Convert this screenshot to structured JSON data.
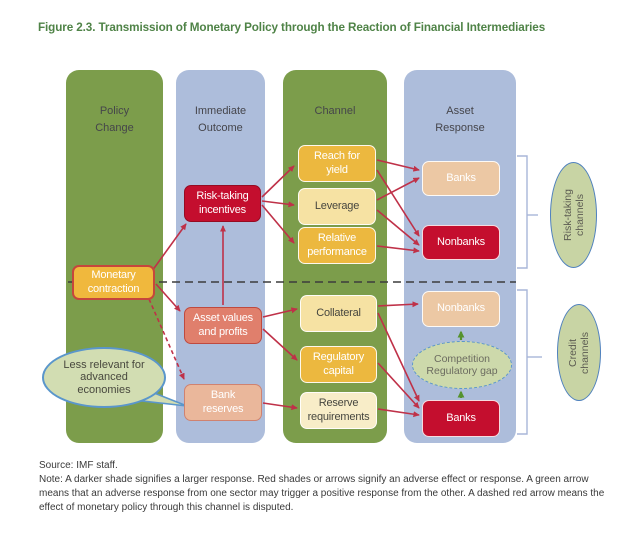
{
  "title": "Figure 2.3. Transmission of Monetary Policy through the Reaction of Financial Intermediaries",
  "columns": [
    {
      "header": "Policy Change"
    },
    {
      "header": "Immediate Outcome"
    },
    {
      "header": "Channel"
    },
    {
      "header": "Asset Response"
    }
  ],
  "nodes": {
    "monetary_contraction": "Monetary contraction",
    "risk_taking_incentives": "Risk-taking incentives",
    "asset_values_profits": "Asset values and profits",
    "bank_reserves": "Bank reserves",
    "reach_for_yield": "Reach for yield",
    "leverage": "Leverage",
    "relative_performance": "Relative performance",
    "collateral": "Collateral",
    "regulatory_capital": "Regulatory capital",
    "reserve_requirements": "Reserve requirements",
    "banks_risk": "Banks",
    "nonbanks_risk": "Nonbanks",
    "nonbanks_credit": "Nonbanks",
    "banks_credit": "Banks",
    "competition_gap": "Competition Regulatory gap"
  },
  "callout": "Less relevant for advanced economies",
  "side_labels": {
    "risk": "Risk-taking channels",
    "credit": "Credit channels"
  },
  "edges": [
    {
      "from": "Monetary contraction",
      "to": "Risk-taking incentives",
      "style": "solid-red"
    },
    {
      "from": "Monetary contraction",
      "to": "Asset values and profits",
      "style": "solid-red"
    },
    {
      "from": "Monetary contraction",
      "to": "Bank reserves",
      "style": "dashed-red"
    },
    {
      "from": "Asset values and profits",
      "to": "Risk-taking incentives",
      "style": "solid-red"
    },
    {
      "from": "Risk-taking incentives",
      "to": "Reach for yield",
      "style": "solid-red"
    },
    {
      "from": "Risk-taking incentives",
      "to": "Leverage",
      "style": "solid-red"
    },
    {
      "from": "Risk-taking incentives",
      "to": "Relative performance",
      "style": "solid-red"
    },
    {
      "from": "Reach for yield",
      "to": "Banks (risk-taking)",
      "style": "solid-red"
    },
    {
      "from": "Reach for yield",
      "to": "Nonbanks (risk-taking)",
      "style": "solid-red"
    },
    {
      "from": "Leverage",
      "to": "Banks (risk-taking)",
      "style": "solid-red"
    },
    {
      "from": "Leverage",
      "to": "Nonbanks (risk-taking)",
      "style": "solid-red"
    },
    {
      "from": "Relative performance",
      "to": "Nonbanks (risk-taking)",
      "style": "solid-red"
    },
    {
      "from": "Asset values and profits",
      "to": "Collateral",
      "style": "solid-red"
    },
    {
      "from": "Asset values and profits",
      "to": "Regulatory capital",
      "style": "solid-red"
    },
    {
      "from": "Bank reserves",
      "to": "Reserve requirements",
      "style": "solid-red"
    },
    {
      "from": "Collateral",
      "to": "Nonbanks (credit)",
      "style": "solid-red"
    },
    {
      "from": "Collateral",
      "to": "Banks (credit)",
      "style": "solid-red"
    },
    {
      "from": "Regulatory capital",
      "to": "Banks (credit)",
      "style": "solid-red"
    },
    {
      "from": "Reserve requirements",
      "to": "Banks (credit)",
      "style": "solid-red"
    },
    {
      "from": "Banks (credit)",
      "to": "Competition Regulatory gap",
      "style": "solid-green"
    },
    {
      "from": "Competition Regulatory gap",
      "to": "Nonbanks (credit)",
      "style": "solid-green"
    }
  ],
  "footer": {
    "source": "Source: IMF staff.",
    "note": "Note: A darker shade signifies a larger response. Red shades or arrows signify an adverse effect or response. A green arrow means that an adverse response from one sector may trigger a positive response from the other. A dashed red arrow means the effect of monetary policy through this channel is disputed."
  },
  "colors": {
    "title_green": "#4f8347",
    "column_green": "#7c9d4b",
    "column_blue": "#adbddb",
    "crimson": "#c40e2e",
    "gold": "#ecb83f",
    "pale_yellow": "#f6e2a3",
    "palest_yellow": "#f8edc8",
    "salmon": "#e07f6c",
    "peach": "#ecc8a4",
    "callout_green": "#d2ddb2",
    "oval_green": "#c8d4a4",
    "blue_border": "#5a96cb",
    "arrow_red": "#bf3148",
    "arrow_green": "#55922e",
    "dashed_divider": "#3c3c3c"
  }
}
